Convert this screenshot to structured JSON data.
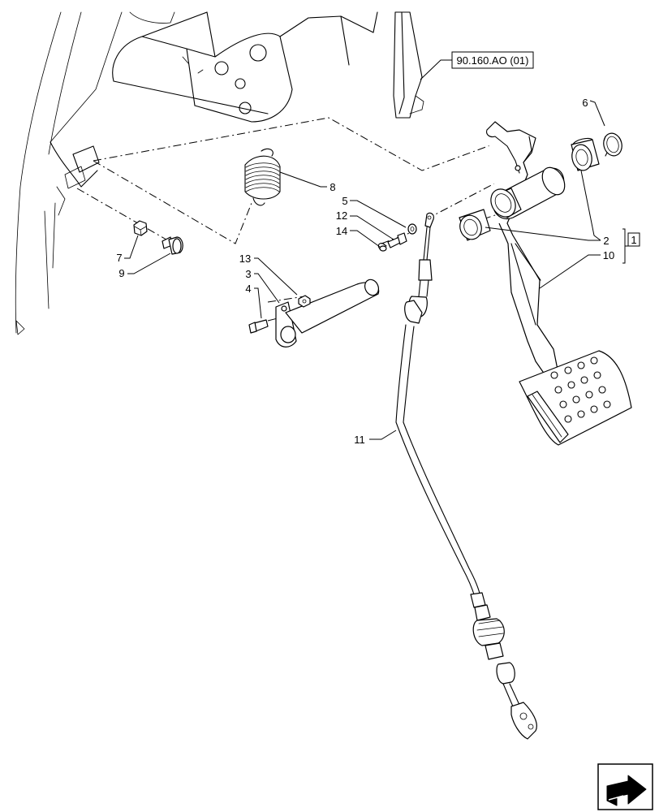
{
  "reference_tag": "90.160.AO (01)",
  "group_box": "1",
  "callouts": {
    "c2": "2",
    "c3": "3",
    "c4": "4",
    "c5": "5",
    "c6": "6",
    "c7": "7",
    "c8": "8",
    "c9": "9",
    "c10": "10",
    "c11": "11",
    "c12": "12",
    "c13": "13",
    "c14": "14"
  },
  "nav_icon": "next-page-arrow-icon"
}
